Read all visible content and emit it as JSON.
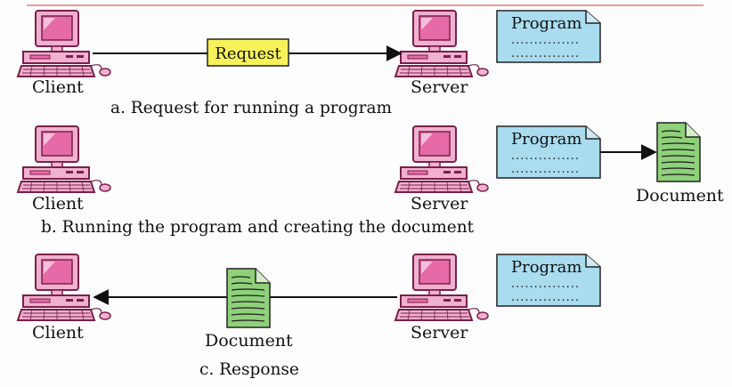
{
  "labels": {
    "client": "Client",
    "server": "Server",
    "program": "Program",
    "document": "Document",
    "request": "Request",
    "dots": "..............."
  },
  "captions": {
    "a": "a. Request for running a program",
    "b": "b. Running the program and creating the document",
    "c": "c. Response"
  },
  "colors": {
    "monitor": "#f0b0cf",
    "monitor_outline": "#7a1f4a",
    "screen": "#e66aa8",
    "program_box": "#a9dcef",
    "document_fill": "#8fd07a",
    "request_box": "#f7f25a",
    "top_rule": "#e46060"
  },
  "icons": {
    "computer": "computer-icon",
    "document": "document-icon",
    "program": "program-note-icon"
  }
}
